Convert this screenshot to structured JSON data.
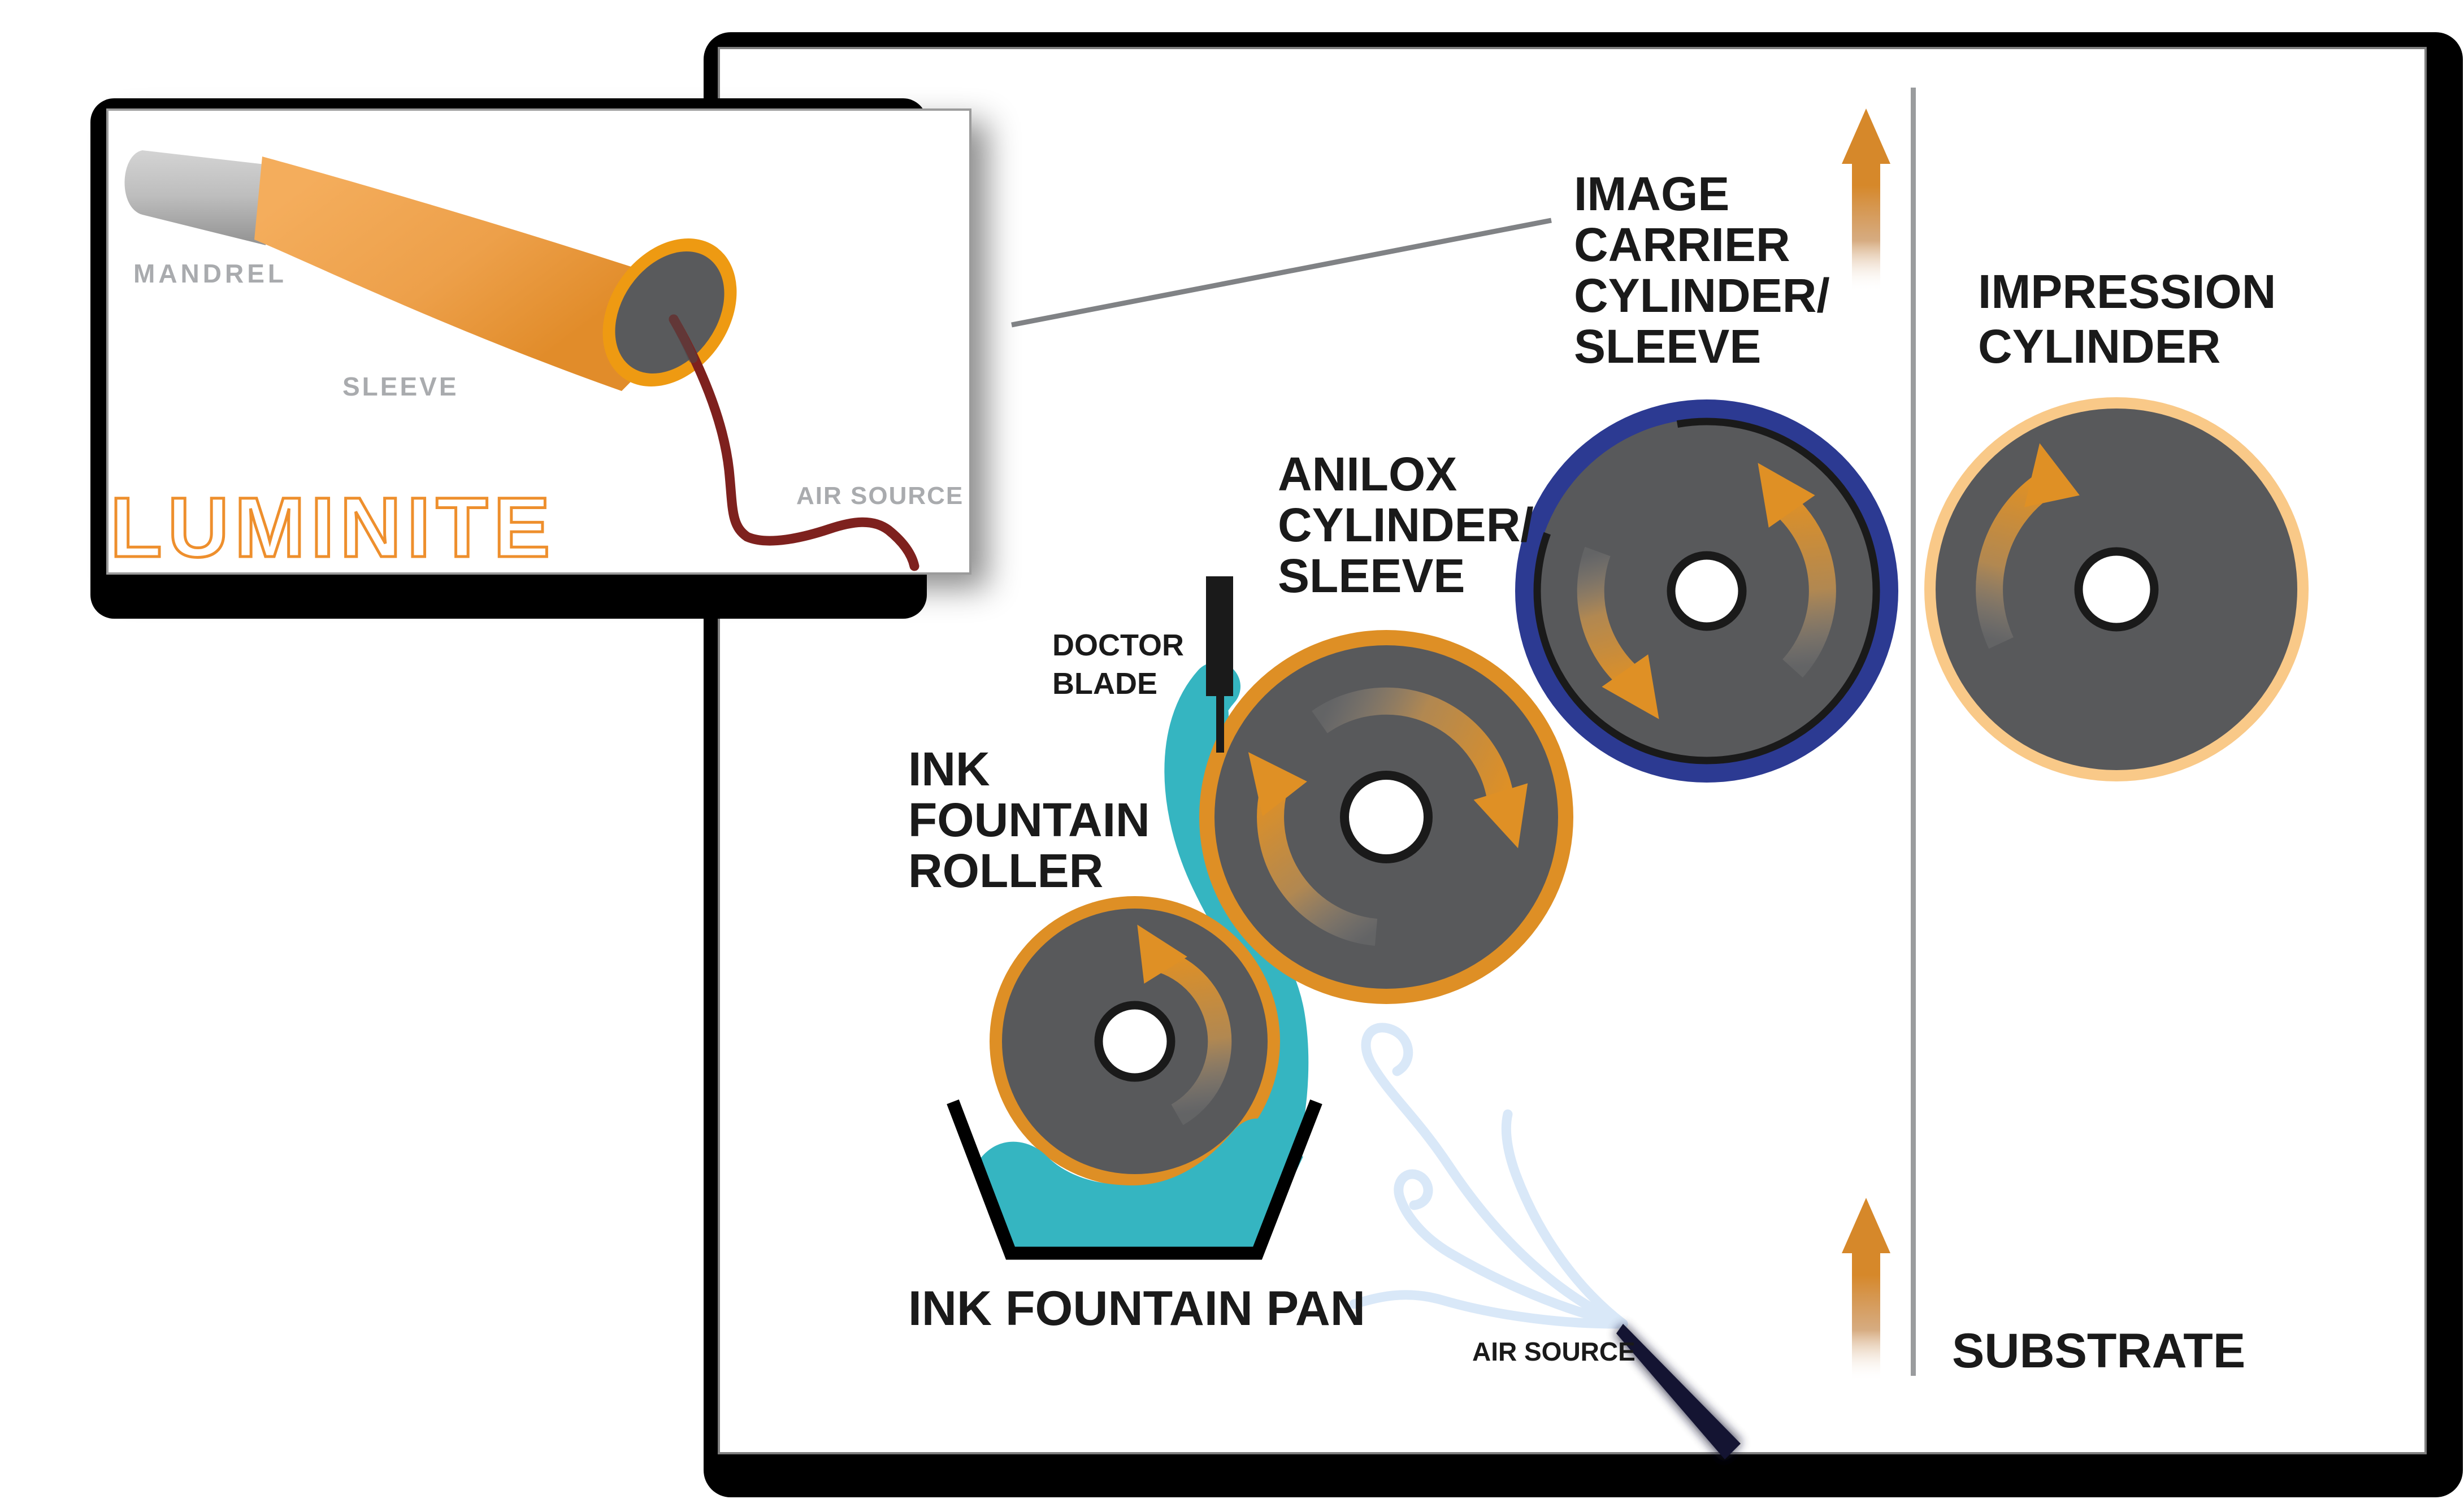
{
  "inset": {
    "brand_logo": "LUMINITE",
    "labels": {
      "mandrel": "MANDREL",
      "sleeve": "SLEEVE",
      "air_source": "AIR SOURCE"
    }
  },
  "diagram": {
    "labels": {
      "image_carrier": [
        "IMAGE",
        "CARRIER",
        "CYLINDER/",
        "SLEEVE"
      ],
      "impression": [
        "IMPRESSION",
        "CYLINDER"
      ],
      "anilox": [
        "ANILOX",
        "CYLINDER/",
        "SLEEVE"
      ],
      "doctor_blade": [
        "DOCTOR",
        "BLADE"
      ],
      "ink_fountain_roller": [
        "INK",
        "FOUNTAIN",
        "ROLLER"
      ],
      "ink_fountain_pan": "INK FOUNTAIN PAN",
      "air_source": "AIR SOURCE",
      "substrate": "SUBSTRATE"
    },
    "colors": {
      "accent_orange": "#DE8F25",
      "light_orange": "#F9C988",
      "navy_ring": "#2C3A92",
      "cylinder_gray": "#58595B",
      "ink_teal": "#35B5C1",
      "air_blue": "#D9E8F8",
      "logo_orange": "#EE8F2D",
      "muted_label_gray": "#A9ABAE"
    }
  }
}
